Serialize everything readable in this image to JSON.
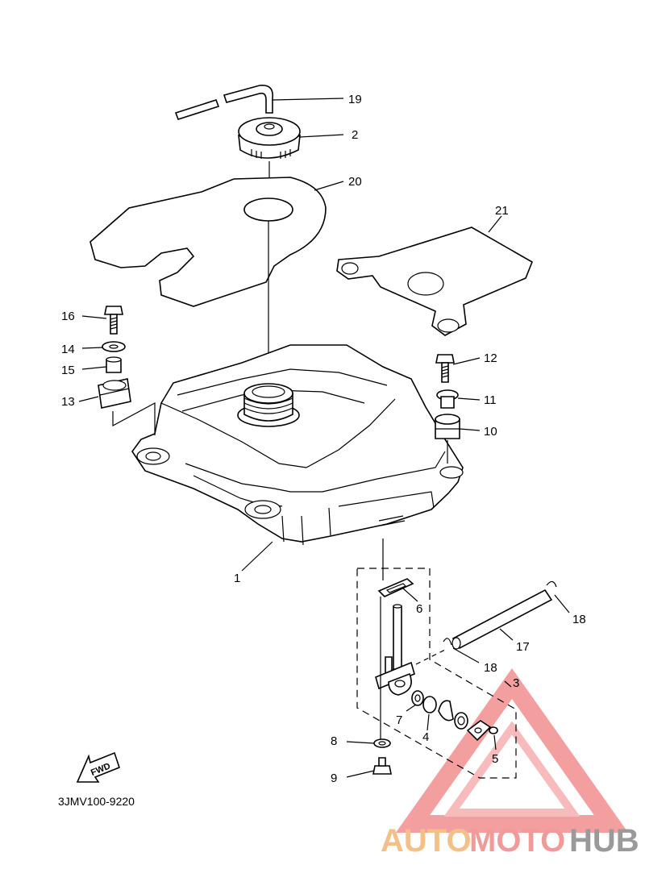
{
  "diagram": {
    "callouts": {
      "n1": "1",
      "n2": "2",
      "n3": "3",
      "n4": "4",
      "n5": "5",
      "n6": "6",
      "n7": "7",
      "n8": "8",
      "n9": "9",
      "n10": "10",
      "n11": "11",
      "n12": "12",
      "n13": "13",
      "n14": "14",
      "n15": "15",
      "n16": "16",
      "n17": "17",
      "n18a": "18",
      "n18b": "18",
      "n19": "19",
      "n20": "20",
      "n21": "21"
    },
    "fwd_label": "FWD",
    "drawing_code": "3JMV100-9220"
  },
  "watermark": {
    "part1": "AUTO",
    "part2": "MOTO",
    "part3": "HUB",
    "colors": {
      "part1": "#f3c08a",
      "part2": "#f19a9a",
      "part3": "#9a9a9a",
      "triangle": "#f08080"
    }
  }
}
